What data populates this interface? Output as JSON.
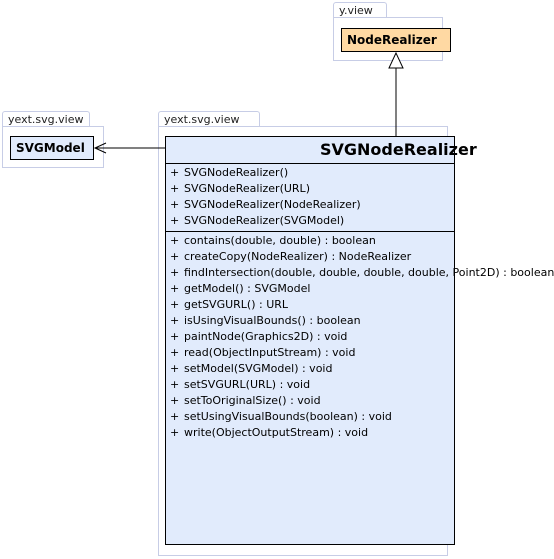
{
  "colors": {
    "package_border": "#c7cde6",
    "class_fill": "#e1ebfc",
    "node_realizer_fill": "#ffd9a3",
    "line": "#000000"
  },
  "packages": {
    "yview": {
      "name": "y.view"
    },
    "left": {
      "name": "yext.svg.view"
    },
    "main": {
      "name": "yext.svg.view"
    }
  },
  "boxes": {
    "node_realizer": {
      "name": "NodeRealizer"
    },
    "svg_model": {
      "name": "SVGModel"
    },
    "svg_node_realizer": {
      "name": "SVGNodeRealizer",
      "constructors": [
        {
          "vis": "+",
          "sig": "SVGNodeRealizer()"
        },
        {
          "vis": "+",
          "sig": "SVGNodeRealizer(URL)"
        },
        {
          "vis": "+",
          "sig": "SVGNodeRealizer(NodeRealizer)"
        },
        {
          "vis": "+",
          "sig": "SVGNodeRealizer(SVGModel)"
        }
      ],
      "methods": [
        {
          "vis": "+",
          "sig": "contains(double, double) : boolean"
        },
        {
          "vis": "+",
          "sig": "createCopy(NodeRealizer) : NodeRealizer"
        },
        {
          "vis": "+",
          "sig": "findIntersection(double, double, double, double, Point2D) : boolean"
        },
        {
          "vis": "+",
          "sig": "getModel() : SVGModel"
        },
        {
          "vis": "+",
          "sig": "getSVGURL() : URL"
        },
        {
          "vis": "+",
          "sig": "isUsingVisualBounds() : boolean"
        },
        {
          "vis": "+",
          "sig": "paintNode(Graphics2D) : void"
        },
        {
          "vis": "+",
          "sig": "read(ObjectInputStream) : void"
        },
        {
          "vis": "+",
          "sig": "setModel(SVGModel) : void"
        },
        {
          "vis": "+",
          "sig": "setSVGURL(URL) : void"
        },
        {
          "vis": "+",
          "sig": "setToOriginalSize() : void"
        },
        {
          "vis": "+",
          "sig": "setUsingVisualBounds(boolean) : void"
        },
        {
          "vis": "+",
          "sig": "write(ObjectOutputStream) : void"
        }
      ]
    }
  }
}
